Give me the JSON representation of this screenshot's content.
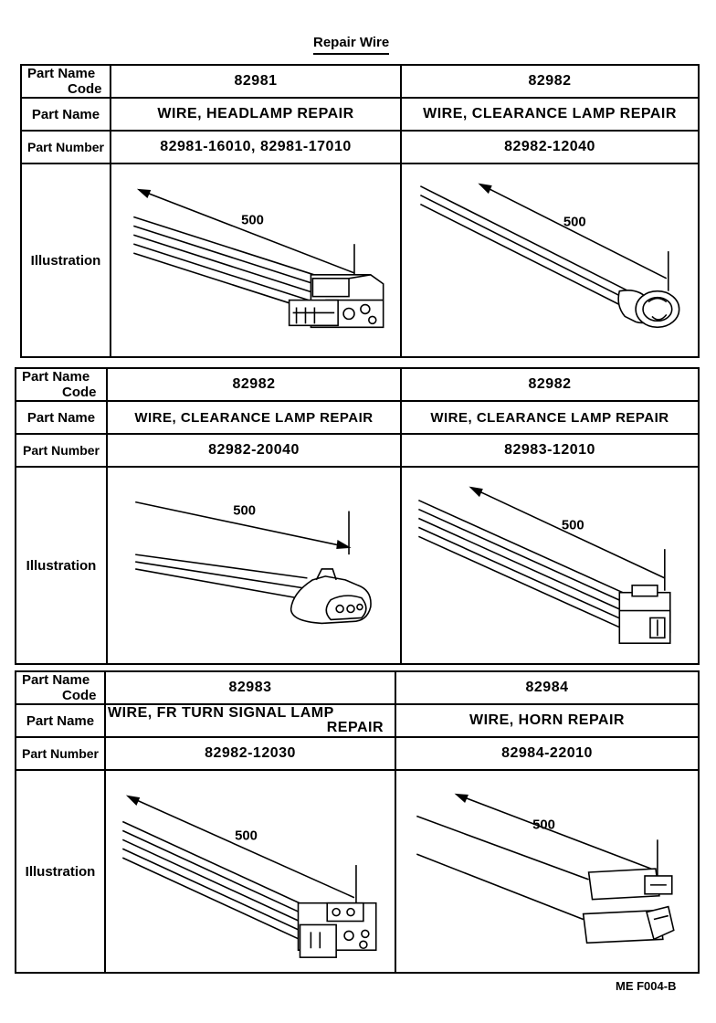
{
  "title": "Repair Wire",
  "labels": {
    "code_line1": "Part Name",
    "code_line2": "Code",
    "part_name": "Part Name",
    "part_number": "Part Number",
    "illustration": "Illustration"
  },
  "sections": [
    {
      "left": {
        "code": "82981",
        "name": "WIRE, HEADLAMP REPAIR",
        "number": "82981-16010, 82981-17010",
        "dimension": "500"
      },
      "right": {
        "code": "82982",
        "name": "WIRE, CLEARANCE  LAMP REPAIR",
        "number": "82982-12040",
        "dimension": "500"
      }
    },
    {
      "left": {
        "code": "82982",
        "name": "WIRE, CLEARANCE  LAMP REPAIR",
        "number": "82982-20040",
        "dimension": "500"
      },
      "right": {
        "code": "82982",
        "name": "WIRE, CLEARANCE  LAMP REPAIR",
        "number": "82983-12010",
        "dimension": "500"
      }
    },
    {
      "left": {
        "code": "82983",
        "name_line1": "WIRE, FR  TURN  SIGNAL  LAMP",
        "name_line2": "REPAIR",
        "number": "82982-12030",
        "dimension": "500"
      },
      "right": {
        "code": "82984",
        "name": "WIRE, HORN  REPAIR",
        "number": "82984-22010",
        "dimension": "500"
      }
    }
  ],
  "footer": "ME  F004-B"
}
